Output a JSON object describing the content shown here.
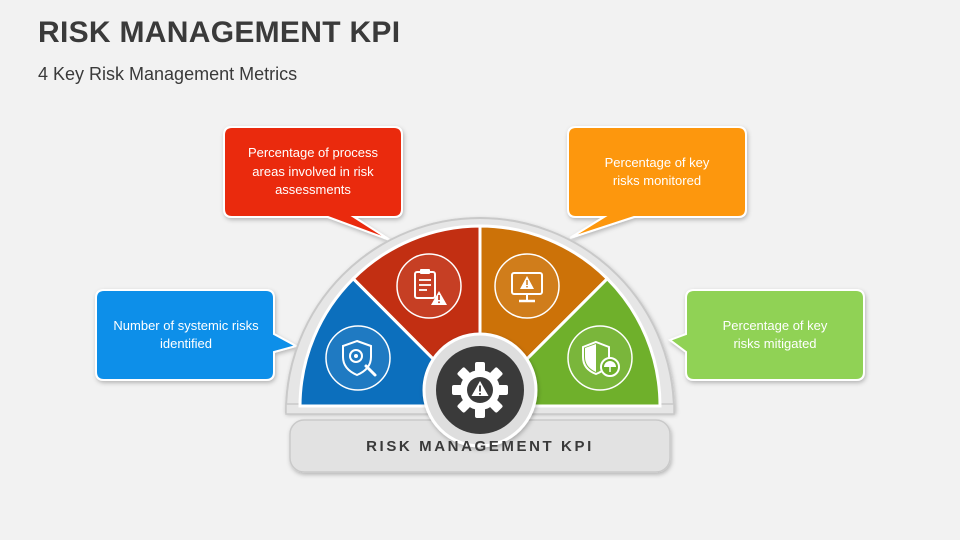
{
  "header": {
    "title": "RISK MANAGEMENT KPI",
    "subtitle": "4 Key Risk Management Metrics"
  },
  "diagram": {
    "base_label": "RISK MANAGEMENT KPI",
    "center_icon": "gear-warning-icon",
    "segments": [
      {
        "color": "#0c6fbd",
        "icon": "shield-search-icon"
      },
      {
        "color": "#c22f12",
        "icon": "checklist-warning-icon"
      },
      {
        "color": "#cc7208",
        "icon": "monitor-warning-icon"
      },
      {
        "color": "#6fb02b",
        "icon": "shield-umbrella-icon"
      }
    ],
    "callouts": {
      "blue": {
        "text": "Number of systemic risks identified",
        "color": "#0c8fe9"
      },
      "red": {
        "text": "Percentage of process areas involved in risk assessments",
        "color": "#ea2b10"
      },
      "orange": {
        "text": "Percentage of key risks monitored",
        "color": "#fd9709"
      },
      "green": {
        "text": "Percentage of key risks mitigated",
        "color": "#90d254"
      }
    }
  }
}
